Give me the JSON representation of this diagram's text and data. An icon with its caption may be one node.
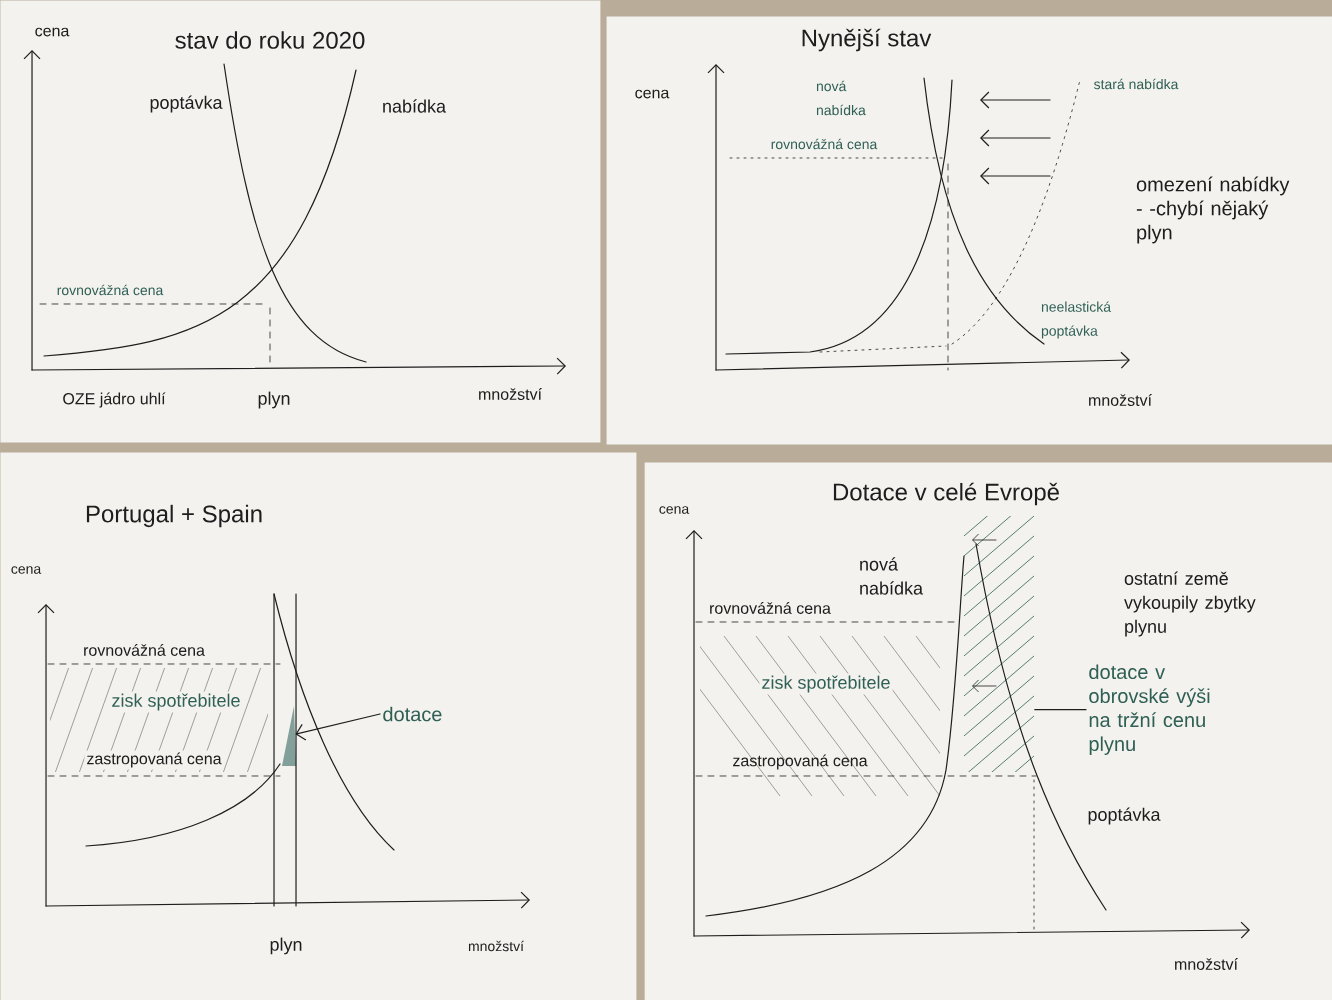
{
  "diagram": {
    "nodes": [
      {
        "text": [
          "stav do roku 2020"
        ]
      },
      {
        "text": [
          "Nynější stav"
        ]
      },
      {
        "text": [
          "Portugal + Spain"
        ]
      },
      {
        "text": [
          "Dotace v celé Evropě"
        ]
      },
      {
        "text": [
          "dotace"
        ],
        "in": 2
      },
      {
        "text": [],
        "shape": "triangle",
        "in": 2
      },
      {
        "text": [
          "dotace v obrovské výši na tržní cenu plynu"
        ],
        "in": 3
      },
      {
        "text": [],
        "shape": "band",
        "in": 3
      }
    ],
    "edges": [
      {
        "from": 4,
        "to": 5,
        "arrow": "to"
      },
      {
        "from": 6,
        "to": 7,
        "arrow": "none"
      }
    ],
    "labels": [
      "cena",
      "poptávka",
      "nabídka",
      "rovnovážná cena",
      "OZE jádro uhlí",
      "plyn",
      "množství",
      "cena",
      "nová nabídka",
      "stará nabídka",
      "omezení nabídky - -chybí nějaký plyn",
      "rovnovážná cena",
      "neelastická poptávka",
      "množství",
      "cena",
      "rovnovážná cena",
      "zisk spotřebitele",
      "zastropovaná cena",
      "plyn",
      "množství",
      "cena",
      "nová nabídka",
      "ostatní země vykoupily zbytky plynu",
      "rovnovážná cena",
      "zisk spotřebitele",
      "zastropovaná cena",
      "poptávka",
      "množství"
    ]
  }
}
